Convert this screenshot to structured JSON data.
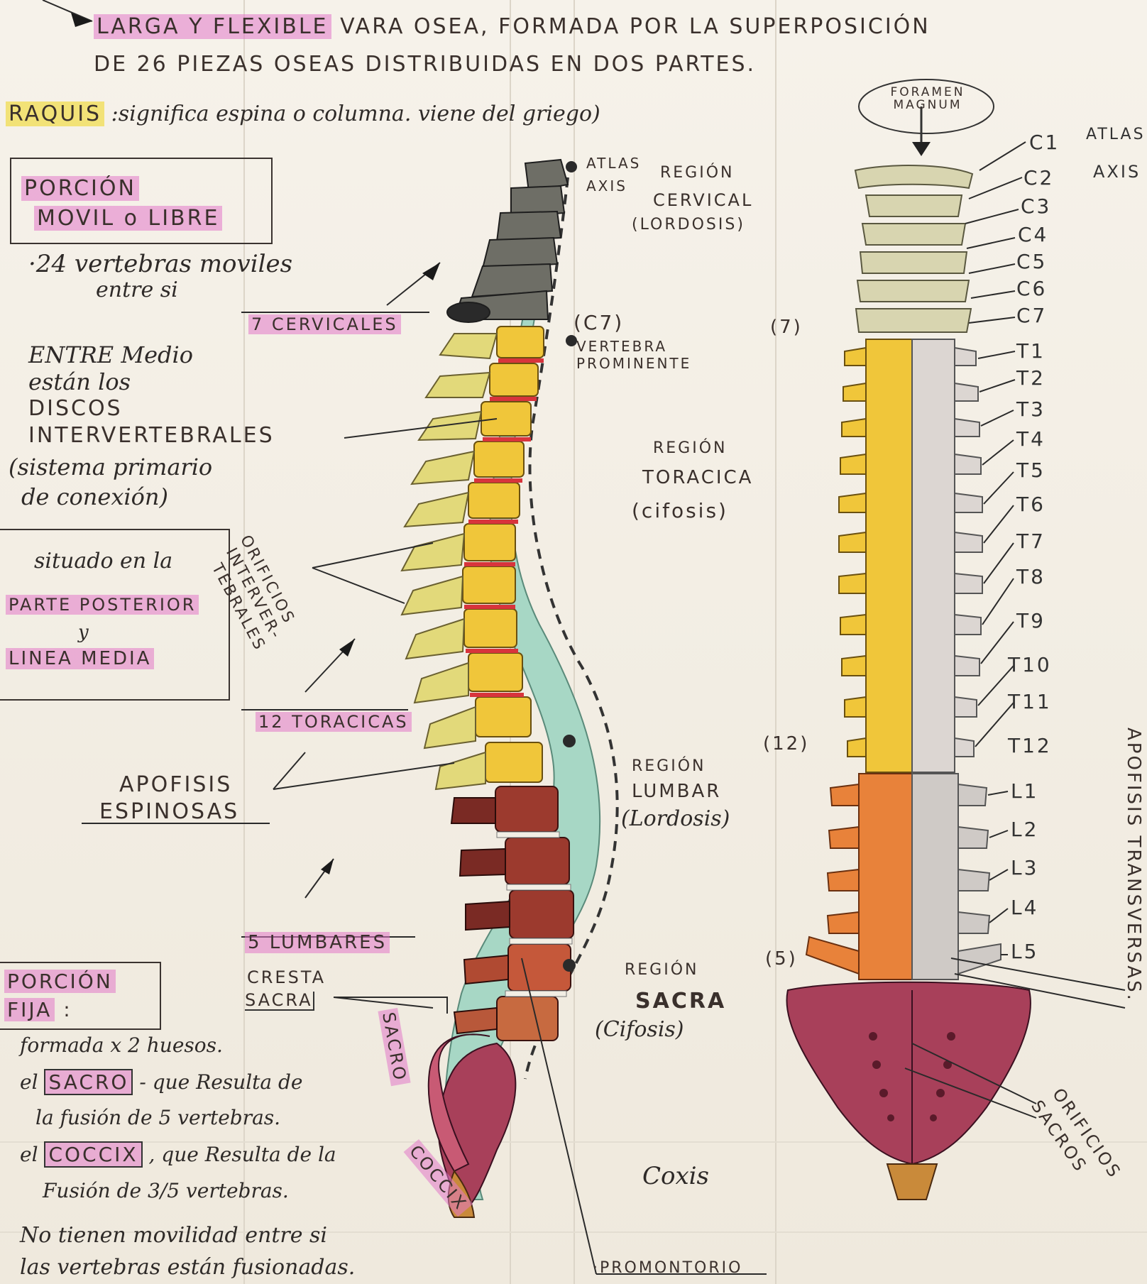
{
  "title_line1_highlight": "LARGA Y FLEXIBLE",
  "title_line1_rest": "VARA OSEA, FORMADA POR LA SUPERPOSICIÓN",
  "title_line2": "DE 26 PIEZAS OSEAS DISTRIBUIDAS EN DOS PARTES.",
  "raquis_label": "RAQUIS",
  "raquis_text": ":significa espina o columna. viene del griego)",
  "foramen": "FORAMEN MAGNUM",
  "porcion_movil_title_1": "PORCIÓN",
  "porcion_movil_title_2": "MOVIL o LIBRE",
  "movil_text_1": "·24 vertebras moviles",
  "movil_text_2": "entre si",
  "cervicales": "7 CERVICALES",
  "entre_medio": [
    "ENTRE Medio",
    "están los",
    "DISCOS",
    "INTERVERTEBRALES",
    "(sistema primario",
    "de conexión)"
  ],
  "situado": "situado en la",
  "parte_posterior": "PARTE POSTERIOR",
  "y": "y",
  "linea_media": "LINEA MEDIA",
  "orificios_intervertebrales": [
    "ORIFICIOS",
    "INTERVER-",
    "TEBRALES"
  ],
  "toracicas": "12 TORACICAS",
  "apofisis_espinosas_1": "APOFISIS",
  "apofisis_espinosas_2": "ESPINOSAS",
  "lumbares": "5 LUMBARES",
  "porcion_fija_1": "PORCIÓN",
  "porcion_fija_2": "FIJA",
  "fija_text": [
    "formada x 2 huesos.",
    "el",
    "SACRO",
    "- que Resulta de",
    "la fusión de 5 vertebras.",
    "el",
    "COCCIX",
    ", que Resulta de la",
    "Fusión de 3/5 vertebras."
  ],
  "cresta_sacra_1": "CRESTA",
  "cresta_sacra_2": "SACRA",
  "sacro_vertical": "SACRO",
  "coccix_vertical": "COCCIX",
  "no_tienen": "No tienen movilidad entre si",
  "fusionadas": "las vertebras están fusionadas.",
  "promontorio": "·PROMONTORIO",
  "atlas": "ATLAS",
  "axis": "AXIS",
  "c7": "(C7)",
  "vertebra_prominente_1": "VERTEBRA",
  "vertebra_prominente_2": "PROMINENTE",
  "region_cervical": [
    "REGIÓN",
    "CERVICAL",
    "(LORDOSIS)"
  ],
  "region_toracica": [
    "REGIÓN",
    "TORACICA",
    "(cifosis)"
  ],
  "region_lumbar": [
    "REGIÓN",
    "LUMBAR",
    "(Lordosis)"
  ],
  "region_sacra": [
    "REGIÓN",
    "SACRA",
    "(Cifosis)"
  ],
  "coxis": "Coxis",
  "count_7": "(7)",
  "count_12": "(12)",
  "count_5": "(5)",
  "c_levels": [
    "C1",
    "C2",
    "C3",
    "C4",
    "C5",
    "C6",
    "C7"
  ],
  "t_levels": [
    "T1",
    "T2",
    "T3",
    "T4",
    "T5",
    "T6",
    "T7",
    "T8",
    "T9",
    "T10",
    "T11",
    "T12"
  ],
  "l_levels": [
    "L1",
    "L2",
    "L3",
    "L4",
    "L5"
  ],
  "atlas_right": "ATLAS",
  "axis_right": "AXIS",
  "apofisis_transversas": "APOFISIS TRANSVERSAS.",
  "orificios_sacros": [
    "ORIFICIOS",
    "SACROS"
  ],
  "colors": {
    "cervical": "#c9c89a",
    "thoracic": "#f0c63a",
    "lumbar": "#c5583a",
    "sacrum": "#a8405a",
    "coccyx": "#c98a3a",
    "canal": "#a7d7c5",
    "highlight_pink": "#e278c8",
    "highlight_yellow": "#f0dc50"
  }
}
